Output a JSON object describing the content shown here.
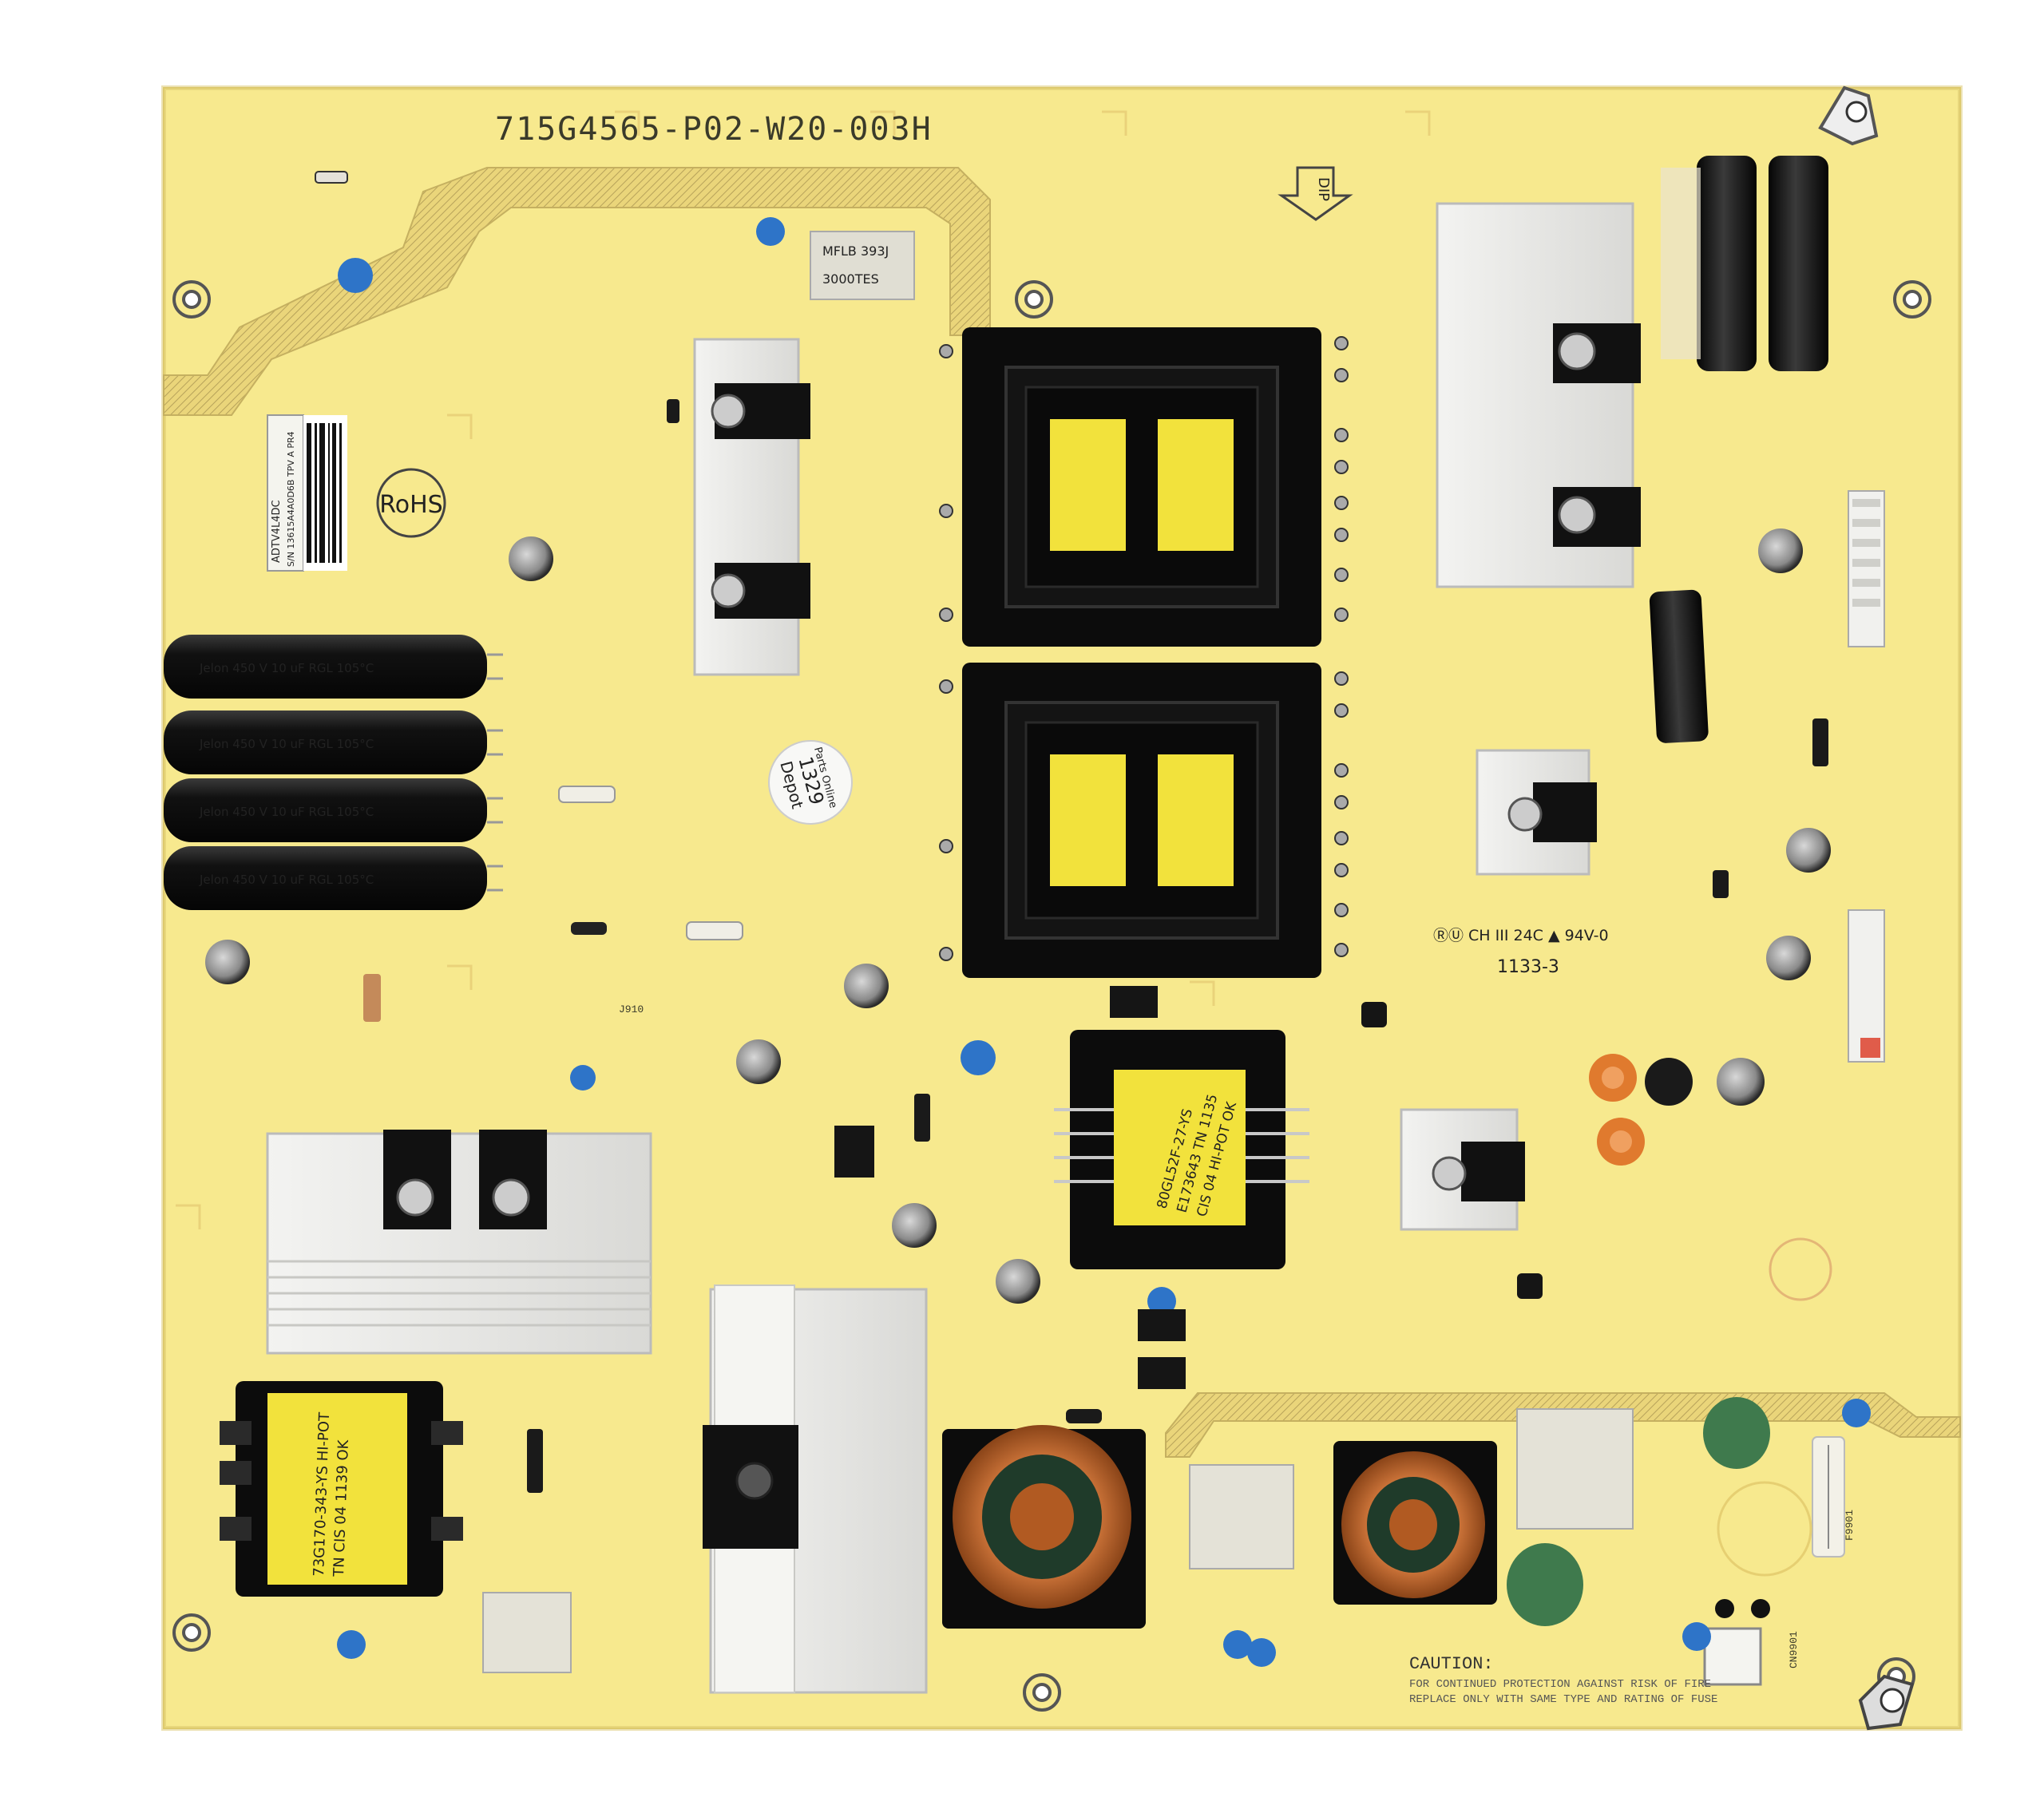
{
  "board": {
    "part_number": "715G4565-P02-W20-003H",
    "rohs": "RoHS",
    "dip_marker": "DIP",
    "ul_marking": "ⓇⓊ CH III 24C ▲ 94V-0",
    "date_code": "1133-3",
    "caution_title": "CAUTION:",
    "caution_line1": "FOR CONTINUED PROTECTION AGAINST RISK OF FIRE",
    "caution_line2": "REPLACE ONLY WITH SAME TYPE AND RATING OF FUSE",
    "colors": {
      "pcb": "#f7e98e",
      "pcb_shade": "#efdc76",
      "hatch": "#c9b466",
      "heatsink": "#e9e9e7",
      "transformer_core": "#111111",
      "yellow_tape": "#f2e23c",
      "copper": "#c0652e",
      "cap_blue": "#2e74c8",
      "electrolytic": "#1a1a1a"
    }
  },
  "sticker": {
    "line1": "Parts Online",
    "line2": "1329",
    "line3": "Depot"
  },
  "barcode_label": {
    "line1": "ADTV4L4DC",
    "line2": "S/N 13615A4A0D6B  TPV A PR4"
  },
  "transformer_small": {
    "line1": "80GL52F-27-YS",
    "line2": "E173643 TN 1135",
    "line3": "CIS 04 HI-POT OK"
  },
  "transformer_standby": {
    "line1": "73G170-343-YS  HI-POT",
    "line2": "TN CIS 04  1139 OK"
  },
  "bulk_caps": {
    "marking1": "Jelon  450 V  10 uF  RGL  105°C",
    "count": 4
  },
  "mov": {
    "label": "MFLB 393J",
    "sub": "3000TES"
  },
  "ref_labels": {
    "fuse": "F9901",
    "connector_main": "CN9901",
    "jumper": "J910"
  }
}
